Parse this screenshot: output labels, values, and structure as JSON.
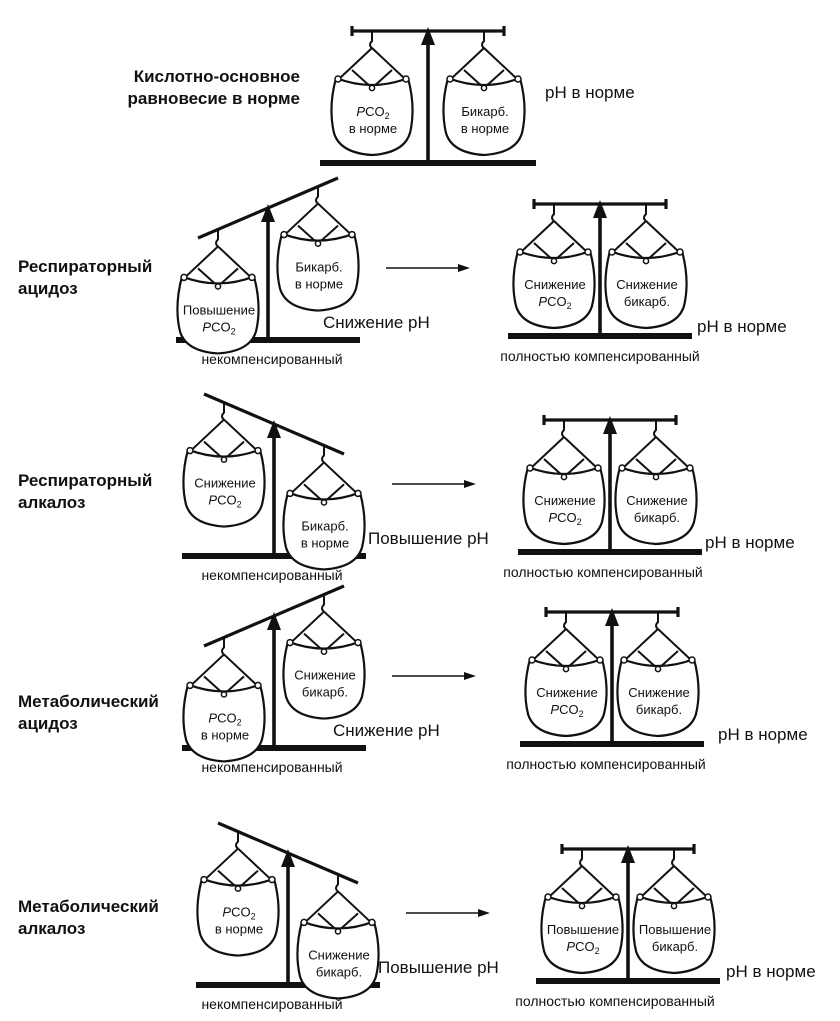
{
  "rows": [
    {
      "label": [
        "Кислотно-основное",
        "равновесие в норме"
      ],
      "scale": {
        "left_bag": [
          "PCO2",
          "в норме"
        ],
        "right_bag": [
          "Бикарб.",
          "в норме"
        ],
        "tilt": "level",
        "ph": "pH в норме"
      }
    },
    {
      "label": [
        "Респираторный",
        "ацидоз"
      ],
      "uncompensated": {
        "left_bag": [
          "Повышение",
          "PCO2"
        ],
        "right_bag": [
          "Бикарб.",
          "в норме"
        ],
        "tilt": "left-down",
        "ph": "Снижение pH",
        "caption": "некомпенсированный"
      },
      "compensated": {
        "left_bag": [
          "Снижение",
          "PCO2"
        ],
        "right_bag": [
          "Снижение",
          "бикарб."
        ],
        "tilt": "level",
        "ph": "pH в норме",
        "caption": "полностью компенсированный"
      }
    },
    {
      "label": [
        "Респираторный",
        "алкалоз"
      ],
      "uncompensated": {
        "left_bag": [
          "Снижение",
          "PCO2"
        ],
        "right_bag": [
          "Бикарб.",
          "в норме"
        ],
        "tilt": "right-down",
        "ph": "Повышение pH",
        "caption": "некомпенсированный"
      },
      "compensated": {
        "left_bag": [
          "Снижение",
          "PCO2"
        ],
        "right_bag": [
          "Снижение",
          "бикарб."
        ],
        "tilt": "level",
        "ph": "pH в норме",
        "caption": "полностью компенсированный"
      }
    },
    {
      "label": [
        "Метаболический",
        "ацидоз"
      ],
      "uncompensated": {
        "left_bag": [
          "PCO2",
          "в норме"
        ],
        "right_bag": [
          "Снижение",
          "бикарб."
        ],
        "tilt": "left-down",
        "ph": "Снижение pH",
        "caption": "некомпенсированный"
      },
      "compensated": {
        "left_bag": [
          "Снижение",
          "PCO2"
        ],
        "right_bag": [
          "Снижение",
          "бикарб."
        ],
        "tilt": "level",
        "ph": "pH в норме",
        "caption": "полностью компенсированный"
      }
    },
    {
      "label": [
        "Метаболический",
        "алкалоз"
      ],
      "uncompensated": {
        "left_bag": [
          "PCO2",
          "в норме"
        ],
        "right_bag": [
          "Снижение",
          "бикарб."
        ],
        "tilt": "right-down",
        "ph": "Повышение pH",
        "caption": "некомпенсированный"
      },
      "compensated": {
        "left_bag": [
          "Повышение",
          "PCO2"
        ],
        "right_bag": [
          "Повышение",
          "бикарб."
        ],
        "tilt": "level",
        "ph": "pH в норме",
        "caption": "полностью компенсированный"
      }
    }
  ]
}
